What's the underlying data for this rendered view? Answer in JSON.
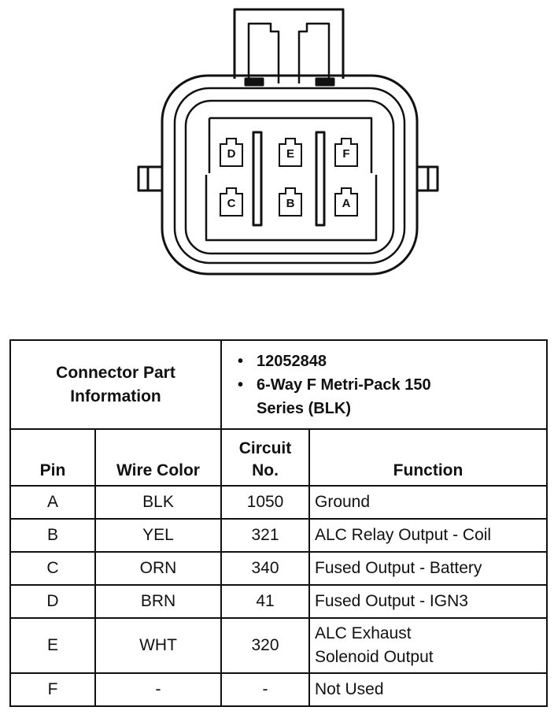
{
  "connector": {
    "pins_top": [
      "D",
      "E",
      "F"
    ],
    "pins_bottom": [
      "C",
      "B",
      "A"
    ]
  },
  "info": {
    "title_line1": "Connector Part",
    "title_line2": "Information",
    "part_number": "12052848",
    "part_desc_line1": "6-Way F Metri-Pack 150",
    "part_desc_line2": "Series (BLK)"
  },
  "columns": {
    "pin": "Pin",
    "wire_color": "Wire Color",
    "circuit_line1": "Circuit",
    "circuit_line2": "No.",
    "function": "Function"
  },
  "rows": [
    {
      "pin": "A",
      "color": "BLK",
      "circuit": "1050",
      "function": "Ground",
      "function2": ""
    },
    {
      "pin": "B",
      "color": "YEL",
      "circuit": "321",
      "function": "ALC Relay Output - Coil",
      "function2": ""
    },
    {
      "pin": "C",
      "color": "ORN",
      "circuit": "340",
      "function": "Fused Output - Battery",
      "function2": ""
    },
    {
      "pin": "D",
      "color": "BRN",
      "circuit": "41",
      "function": "Fused Output - IGN3",
      "function2": ""
    },
    {
      "pin": "E",
      "color": "WHT",
      "circuit": "320",
      "function": "ALC Exhaust",
      "function2": "Solenoid Output"
    },
    {
      "pin": "F",
      "color": "-",
      "circuit": "-",
      "function": "Not Used",
      "function2": ""
    }
  ]
}
